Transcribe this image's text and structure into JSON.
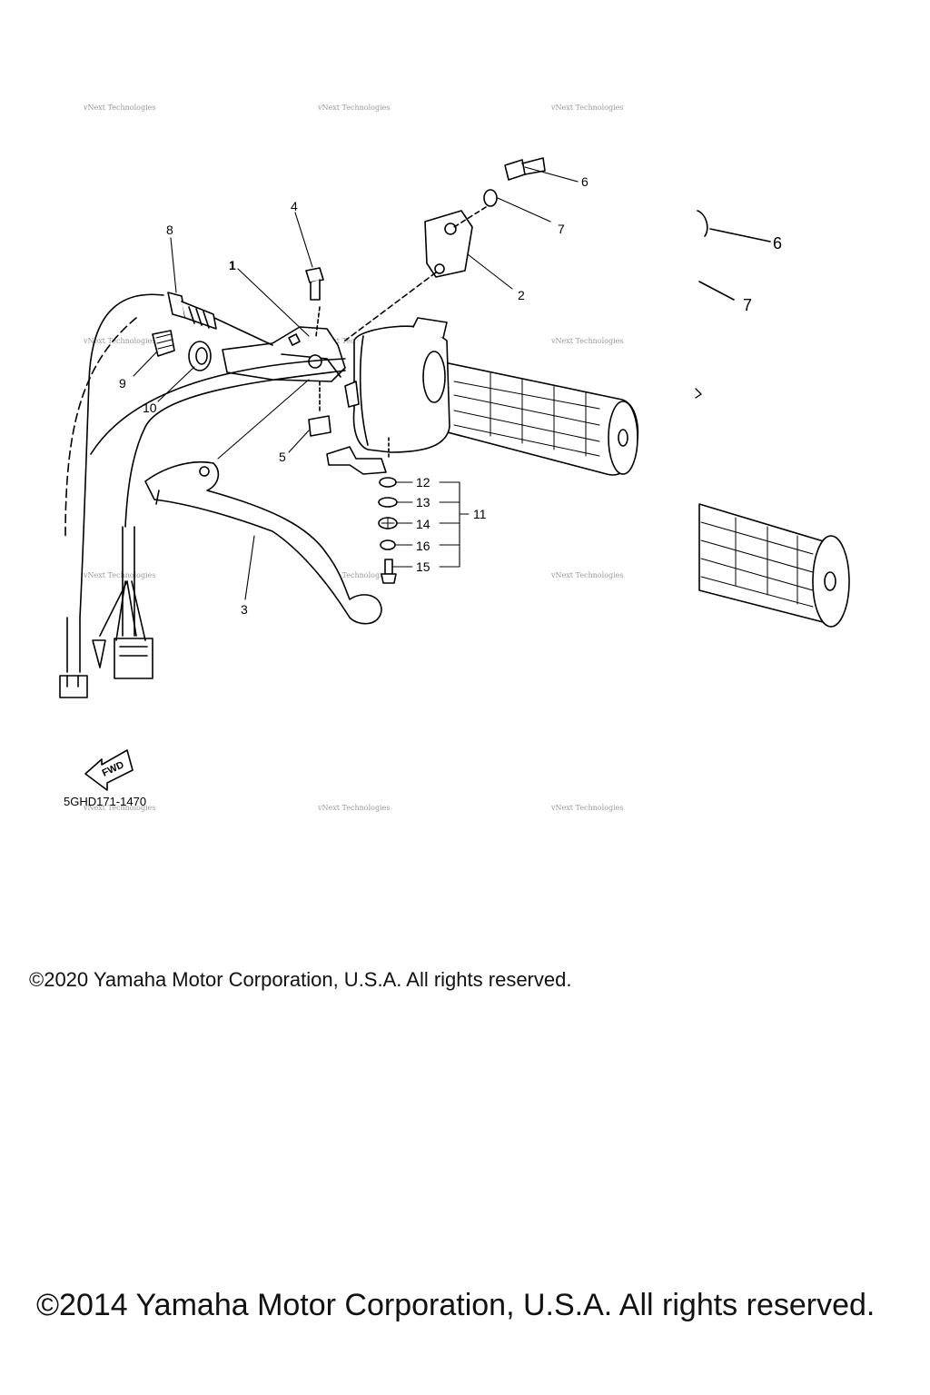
{
  "diagram": {
    "part_code": "5GHD171-1470",
    "fwd_label": "FWD",
    "watermark": "vNext Technologies",
    "callouts": {
      "c1": "1",
      "c2": "2",
      "c3": "3",
      "c4": "4",
      "c5": "5",
      "c6": "6",
      "c7": "7",
      "c8": "8",
      "c9": "9",
      "c10": "10",
      "c11": "11",
      "c12": "12",
      "c13": "13",
      "c14": "14",
      "c15": "15",
      "c16": "16",
      "c6b": "6",
      "c7b": "7"
    }
  },
  "footer": {
    "copyright_2020": "©2020 Yamaha Motor Corporation, U.S.A. All rights reserved.",
    "copyright_2014": "©2014 Yamaha Motor Corporation, U.S.A. All rights reserved."
  }
}
